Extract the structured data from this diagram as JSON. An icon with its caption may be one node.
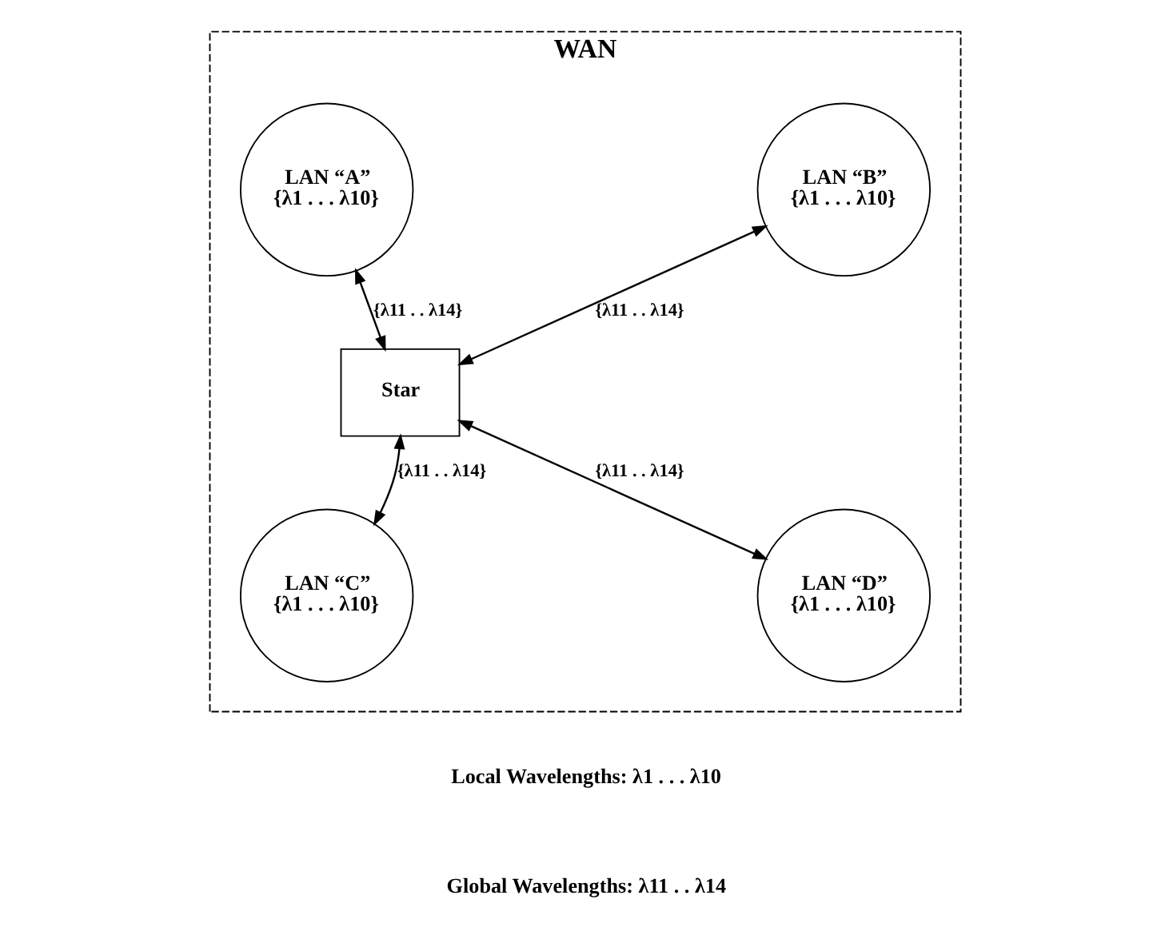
{
  "diagram": {
    "nodes": [
      {
        "text": [
          "WAN"
        ]
      },
      {
        "text": [
          "LAN “A”",
          "{λ1 . . . λ10}"
        ],
        "in": 0
      },
      {
        "text": [
          "LAN “B”",
          "{λ1 . . . λ10}"
        ],
        "in": 0
      },
      {
        "text": [
          "Star"
        ],
        "in": 0
      },
      {
        "text": [
          "LAN “C”",
          "{λ1 . . . λ10}"
        ],
        "in": 0
      },
      {
        "text": [
          "LAN “D”",
          "{λ1 . . . λ10}"
        ],
        "in": 0
      }
    ],
    "edges": [
      {
        "from": 1,
        "to": 3,
        "arrow": "both",
        "label": "{λ11 . . λ14}"
      },
      {
        "from": 2,
        "to": 3,
        "arrow": "both",
        "label": "{λ11 . . λ14}"
      },
      {
        "from": 4,
        "to": 3,
        "arrow": "both",
        "label": "{λ11 . . λ14}"
      },
      {
        "from": 5,
        "to": 3,
        "arrow": "both",
        "label": "{λ11 . . λ14}"
      }
    ],
    "labels": [
      "Local Wavelengths: λ1 . . . λ10",
      "Global Wavelengths: λ11 . . λ14"
    ]
  }
}
